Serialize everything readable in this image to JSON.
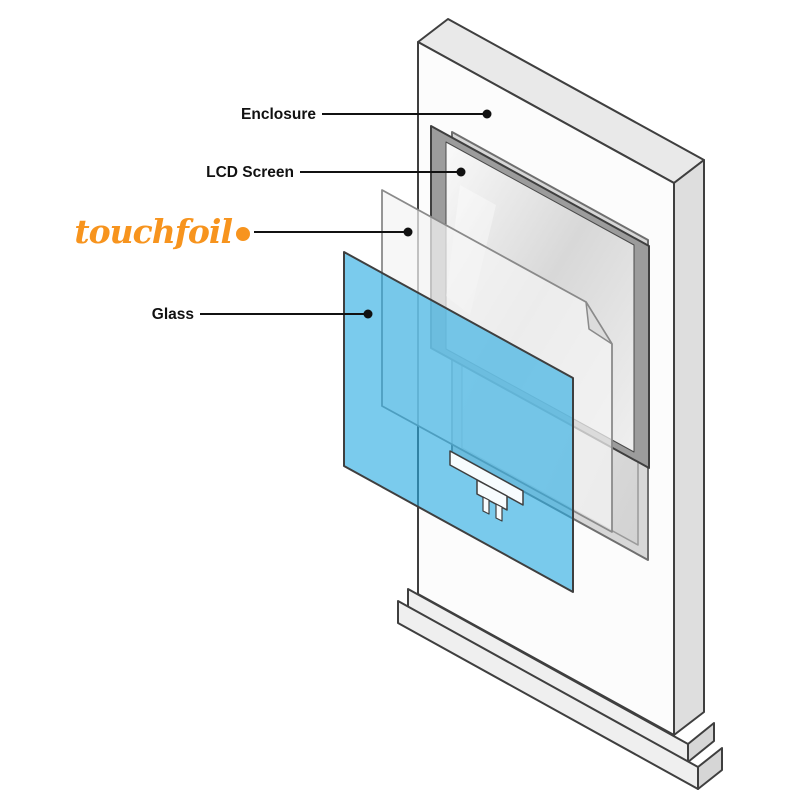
{
  "diagram": {
    "background": "#FFFFFF",
    "labels": {
      "enclosure": "Enclosure",
      "lcd_screen": "LCD Screen",
      "touchfoil": "touchfoil",
      "glass": "Glass"
    },
    "colors": {
      "glass_blue": "#29ABE2",
      "touchfoil_orange": "#F7941E",
      "lcd_frame_gray": "#9C9C9C",
      "enclosure_gray": "#EDEDED",
      "outline": "#3F3F3F",
      "leader_black": "#111111"
    }
  }
}
